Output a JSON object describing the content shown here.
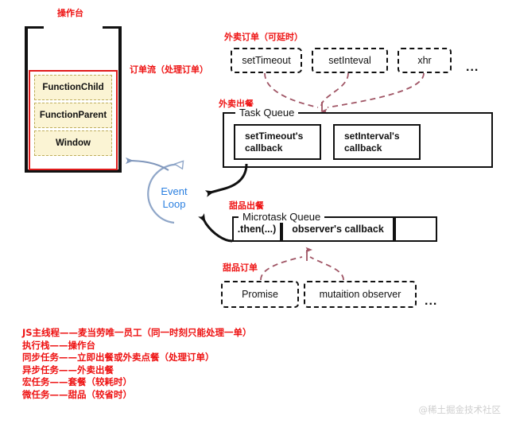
{
  "diagram": {
    "title_console": "操作台",
    "label_order_flow": "订单流（处理订单）",
    "label_takeout_order": "外卖订单（可延时）",
    "label_takeout_serving": "外卖出餐",
    "label_dessert_serving": "甜品出餐",
    "label_dessert_order": "甜品订单"
  },
  "call_stack": {
    "frames": [
      {
        "label": "FunctionChild"
      },
      {
        "label": "FunctionParent"
      },
      {
        "label": "Window"
      }
    ]
  },
  "event_loop": {
    "line1": "Event",
    "line2": "Loop",
    "color": "#2a7fe0"
  },
  "web_apis": {
    "items": [
      {
        "label": "setTimeout"
      },
      {
        "label": "setInteval"
      },
      {
        "label": "xhr"
      }
    ],
    "ellipsis": "..."
  },
  "task_queue": {
    "legend": "Task Queue",
    "cells": [
      {
        "line1": "setTimeout's",
        "line2": "callback"
      },
      {
        "line1": "setInterval's",
        "line2": "callback"
      }
    ]
  },
  "microtask_queue": {
    "legend": "Microtask Queue",
    "cells": [
      {
        "label": ".then(...)"
      },
      {
        "label": "observer's callback"
      },
      {
        "label": ""
      }
    ]
  },
  "microtask_sources": {
    "items": [
      {
        "label": "Promise"
      },
      {
        "label": "mutaition observer"
      }
    ],
    "ellipsis": "..."
  },
  "legend": {
    "lines": [
      "JS主线程——麦当劳唯一员工（同一时刻只能处理一单）",
      "执行栈——操作台",
      "同步任务——立即出餐或外卖点餐（处理订单）",
      "异步任务——外卖出餐",
      "宏任务——套餐（较耗时）",
      "微任务——甜品（较省时）"
    ]
  },
  "watermark": {
    "text": "@稀土掘金技术社区"
  },
  "colors": {
    "red_annotation": "#ee1111",
    "stack_border": "#e01b1b",
    "frame_fill": "#fbf4d4",
    "frame_border": "#bfae5c",
    "event_loop_blue": "#2a7fe0",
    "loop_arrow": "#8fa6c8",
    "dashed_arrow": "#a05565",
    "black": "#111111"
  }
}
